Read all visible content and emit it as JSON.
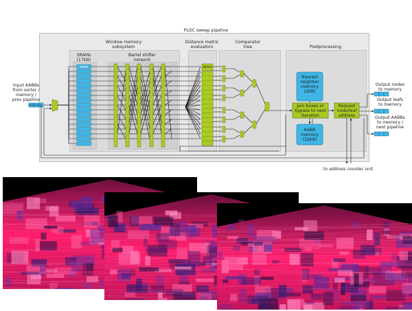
{
  "diagram": {
    "title": "PLOC sweep pipeline",
    "input_label": "Input AABBs\nfrom sorter /\nmemory /\nprev pipeline",
    "window_memory": {
      "title": "Window memory\nsubsystem",
      "srams_label": "SRAMs\n(17KB)",
      "start_label": "start",
      "barrel_label": "Barrel shifter\nnetwork"
    },
    "distance": {
      "title": "Distance metric\nevaluators",
      "dmin_label": "dmin"
    },
    "comparator": {
      "title": "Comparator\ntree"
    },
    "post": {
      "title": "Postprocessing",
      "nearest": "Nearest\nneighbor\nmemory\n(2KB)",
      "join": "Join boxes or\nbypass to next\niteration",
      "aabb": "AABB\nmemory\n(32KB)",
      "request": "Request\nnode/leaf\naddress"
    },
    "outputs": {
      "nodes": "Output nodes\nto memory",
      "leafs": "Output leafs\nto memory",
      "aabbs": "Output AABBs\nto memory /\nnext pipeline"
    },
    "address_counter": "to address counter unit",
    "colors": {
      "green": "#aacc22",
      "blue": "#3fb6e6",
      "panel": "#e9e9e9",
      "subpanel": "#dcdcdc",
      "render_pink": "#ff1f6d",
      "render_dark": "#1a0a1e"
    }
  },
  "renders": {
    "count": 3,
    "description_icon": "scene-render-image"
  }
}
